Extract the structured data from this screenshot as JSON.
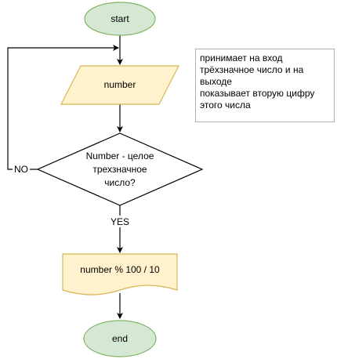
{
  "diagram": {
    "type": "flowchart",
    "colors": {
      "terminator_fill": "#d5e8d4",
      "terminator_stroke": "#82b366",
      "io_fill": "#fff2cc",
      "io_stroke": "#d6b656",
      "line": "#000000",
      "note_border": "#b3b3b3"
    },
    "nodes": {
      "start": {
        "label": "start"
      },
      "input": {
        "label": "number"
      },
      "decision": {
        "lines": [
          "Number - целое",
          "трехзначное",
          "число?"
        ]
      },
      "output": {
        "label": "number % 100 / 10"
      },
      "end": {
        "label": "end"
      }
    },
    "edges": {
      "yes_label": "YES",
      "no_label": "NO"
    },
    "note": {
      "lines": [
        "принимает на вход",
        "трёхзначное число и на",
        "выходе",
        "показывает вторую цифру",
        "этого числа"
      ]
    }
  }
}
